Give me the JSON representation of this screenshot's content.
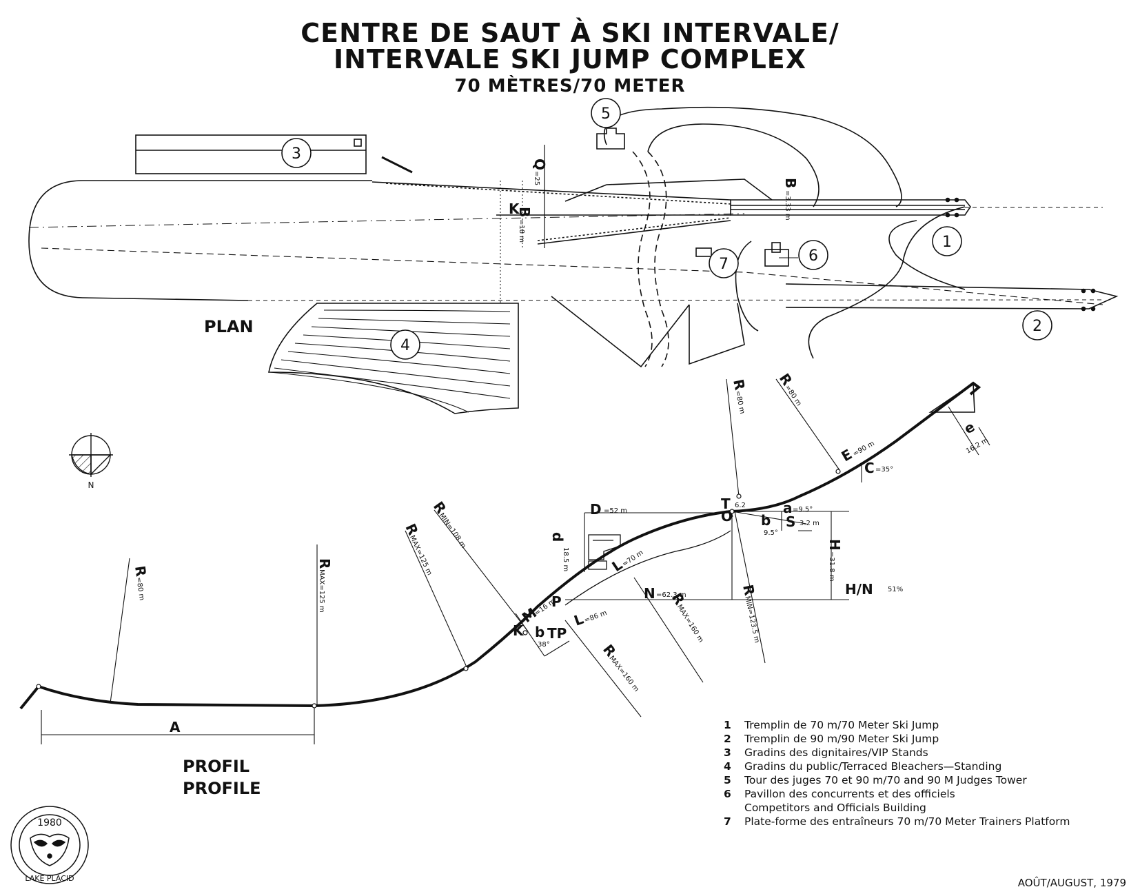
{
  "title_fr": "CENTRE DE SAUT À SKI INTERVALE/",
  "title_en": "INTERVALE SKI JUMP COMPLEX",
  "subtitle": "70 MÈTRES/70 METER",
  "plan_label": "PLAN",
  "profile_label_fr": "PROFIL",
  "profile_label_en": "PROFILE",
  "north_label": "N",
  "date": "AOÛT/AUGUST, 1979",
  "logo": {
    "year": "1980",
    "text": "LAKE PLACID"
  },
  "callouts": [
    "1",
    "2",
    "3",
    "4",
    "5",
    "6",
    "7"
  ],
  "plan_dims": {
    "Q": "Q",
    "Q_val": "=25",
    "K": "K",
    "B_small": "B",
    "B_small_val": "=18 m",
    "B_top": "B",
    "B_top_val": "=3.33 m"
  },
  "profile_dims": {
    "R1a": "R",
    "R1a_val": "=80 m",
    "R1b": "R",
    "R1b_val": "=80 m",
    "e": "e",
    "e_val": "16.2 m",
    "E": "E",
    "E_val": "=90 m",
    "C": "C",
    "C_val": "=35°",
    "T": "T",
    "T_val": "6.2",
    "a": "a",
    "a_val": "=9.5°",
    "O": "O",
    "b0": "b",
    "b0_val": "9.5°",
    "S": "S",
    "S_val": "3.2 m",
    "D": "D",
    "D_val": "=52 m",
    "d": "d",
    "d_val": "18.5 m",
    "H": "H",
    "H_val": "=31.8 m",
    "HN": "H/N",
    "HN_val": "51%",
    "L2": "L",
    "L2_val": "=70 m",
    "N": "N",
    "N_val": "=62.3 m",
    "L1": "L",
    "L1_val": "=86 m",
    "M": "M",
    "M_val": "=16 m",
    "P": "P",
    "K": "K",
    "TP": "TP",
    "b": "b",
    "b_val": "38°",
    "R2MIN": "R",
    "R2MIN_val": "MIN=108 m",
    "R2MAX": "R",
    "R2MAX_val": "MAX=125 m",
    "R3MAXa": "R",
    "R3MAXa_val": "MAX=160 m",
    "R3MAXb": "R",
    "R3MAXb_val": "MAX=160 m",
    "R3MIN": "R",
    "R3MIN_val": "MIN=123.5 m",
    "R80": "R",
    "R80_val": "=80 m",
    "R2MAX125": "R",
    "R2MAX125_val": "MAX=125 m",
    "A": "A"
  },
  "legend": [
    {
      "num": "1",
      "text": "Tremplin de 70 m/70 Meter Ski Jump"
    },
    {
      "num": "2",
      "text": "Tremplin de 90 m/90 Meter Ski Jump"
    },
    {
      "num": "3",
      "text": "Gradins des dignitaires/VIP Stands"
    },
    {
      "num": "4",
      "text": "Gradins du public/Terraced Bleachers—Standing"
    },
    {
      "num": "5",
      "text": "Tour des juges 70 et 90 m/70 and 90 M Judges Tower"
    },
    {
      "num": "6",
      "text": "Pavillon des concurrents et des officiels"
    },
    {
      "num": "",
      "text": "Competitors and Officials Building"
    },
    {
      "num": "7",
      "text": "Plate-forme des entraîneurs 70 m/70 Meter Trainers Platform"
    }
  ]
}
